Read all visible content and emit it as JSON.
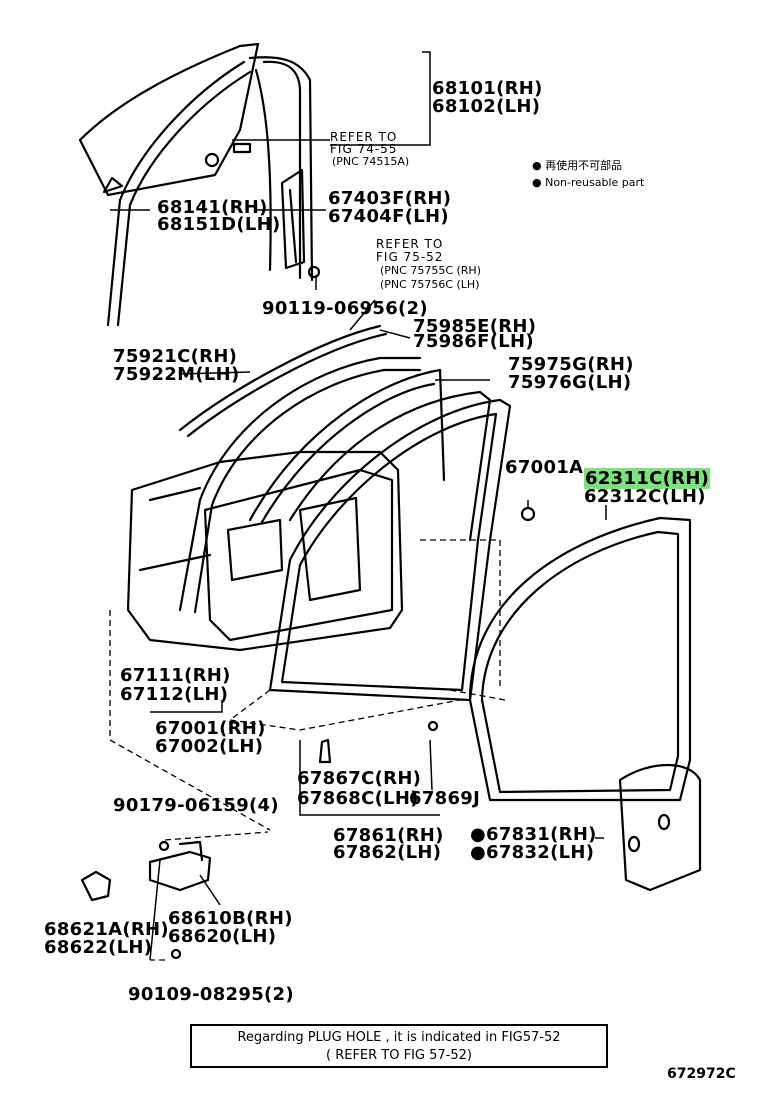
{
  "labels": {
    "l68101": "68101(RH)",
    "l68102": "68102(LH)",
    "l68141": "68141(RH)",
    "l68151": "68151D(LH)",
    "l67403": "67403F(RH)",
    "l67404": "67404F(LH)",
    "l90119": "90119-06956(2)",
    "l75985": "75985E(RH)",
    "l75986": "75986F(LH)",
    "l75921": "75921C(RH)",
    "l75922": "75922M(LH)",
    "l75975": "75975G(RH)",
    "l75976": "75976G(LH)",
    "l67001a": "67001A",
    "l62311": "62311C(RH)",
    "l62312": "62312C(LH)",
    "l67111": "67111(RH)",
    "l67112": "67112(LH)",
    "l67001": "67001(RH)",
    "l67002": "67002(LH)",
    "l67867": "67867C(RH)",
    "l67868": "67868C(LH)",
    "l67869": "67869J",
    "l90179": "90179-06159(4)",
    "l67861": "67861(RH)",
    "l67862": "67862(LH)",
    "l67831": "●67831(RH)",
    "l67832": "●67832(LH)",
    "l68621": "68621A(RH)",
    "l68622": "68622(LH)",
    "l68610": "68610B(RH)",
    "l68620": "68620(LH)",
    "l90109": "90109-08295(2)"
  },
  "refs": {
    "ref1_line1": "REFER TO",
    "ref1_line2": "FIG 74-55",
    "ref1_line3": "(PNC 74515A)",
    "ref2_line1": "REFER TO",
    "ref2_line2": "FIG 75-52",
    "ref2_line3": "(PNC 75755C (RH)",
    "ref2_line4": "(PNC 75756C (LH)"
  },
  "legend": {
    "jp": "● 再使用不可部品",
    "en": "● Non-reusable part"
  },
  "note": {
    "line1": "Regarding PLUG HOLE , it is indicated in FIG57-52",
    "line2": "( REFER TO FIG 57-52)"
  },
  "diagram_id": "672972C",
  "highlight_color": "#7ee07e"
}
